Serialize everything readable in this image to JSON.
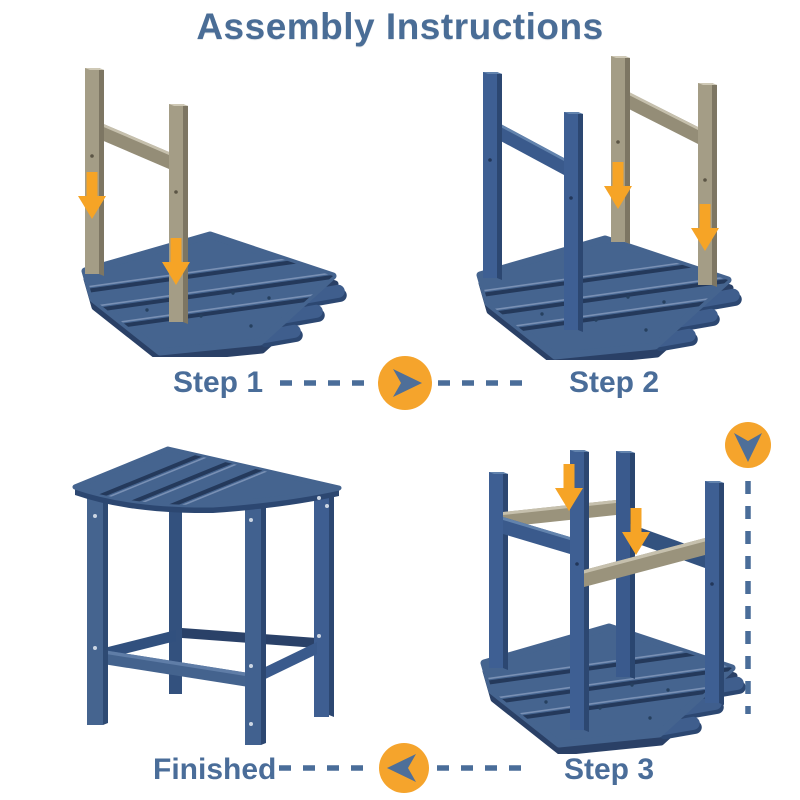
{
  "title": "Assembly Instructions",
  "panels": [
    {
      "label": "Step 1",
      "insert_arrows": 2
    },
    {
      "label": "Step 2",
      "insert_arrows": 2
    },
    {
      "label": "Finished",
      "insert_arrows": 0
    },
    {
      "label": "Step 3",
      "insert_arrows": 2
    }
  ],
  "flow": [
    {
      "from": "Step 1",
      "to": "Step 2",
      "icon": "arrow-right-icon"
    },
    {
      "from": "Step 2",
      "to": "Step 3",
      "icon": "arrow-down-icon"
    },
    {
      "from": "Step 3",
      "to": "Finished",
      "icon": "arrow-left-icon"
    }
  ],
  "icons": {
    "insert": "insert-arrow-icon",
    "next": "arrow-right-icon",
    "back": "arrow-left-icon",
    "down": "arrow-down-icon"
  },
  "colors": {
    "background": "#ffffff",
    "heading_text": "#4a6d96",
    "label_text": "#4a6d99",
    "connector_dash": "#4a6d99",
    "badge_circle_orange": "#f5a42c",
    "badge_dart_blue": "#4e6f99",
    "insert_arrow_orange": "#f6a426",
    "table_blue": "#45648f",
    "table_blue_dark": "#2c4771",
    "unassembled_part_tan": "#a49d86"
  }
}
